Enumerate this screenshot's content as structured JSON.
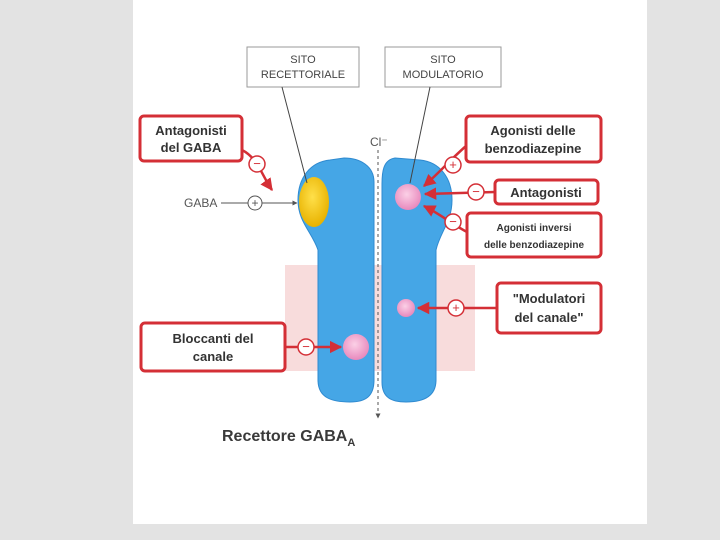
{
  "site_labels": {
    "receptor_site": [
      "SITO",
      "RECETTORIALE"
    ],
    "modulatory_site": [
      "SITO",
      "MODULATORIO"
    ]
  },
  "ion_label": "Cl⁻",
  "gaba_label": "GABA",
  "caption": {
    "main": "Recettore GABA",
    "subscript": "A"
  },
  "left_boxes": {
    "gaba_antagonists": [
      "Antagonisti",
      "del GABA"
    ],
    "channel_blockers": [
      "Bloccanti del",
      "canale"
    ]
  },
  "right_boxes": {
    "bzd_agonists": [
      "Agonisti delle",
      "benzodiazepine"
    ],
    "antagonists": [
      "Antagonisti"
    ],
    "inverse_agonists": [
      "Agonisti inversi",
      "delle benzodiazepine"
    ],
    "channel_modulators": [
      "\"Modulatori",
      "del canale\""
    ]
  },
  "signs": {
    "plus": "+",
    "minus": "−"
  },
  "colors": {
    "receptor_blue": "#45a6e6",
    "membrane_pink": "#f8dcdc",
    "arrow_red": "#d42f36",
    "site_yellow": "#f5c400",
    "site_pink": "#ef9ccc"
  }
}
